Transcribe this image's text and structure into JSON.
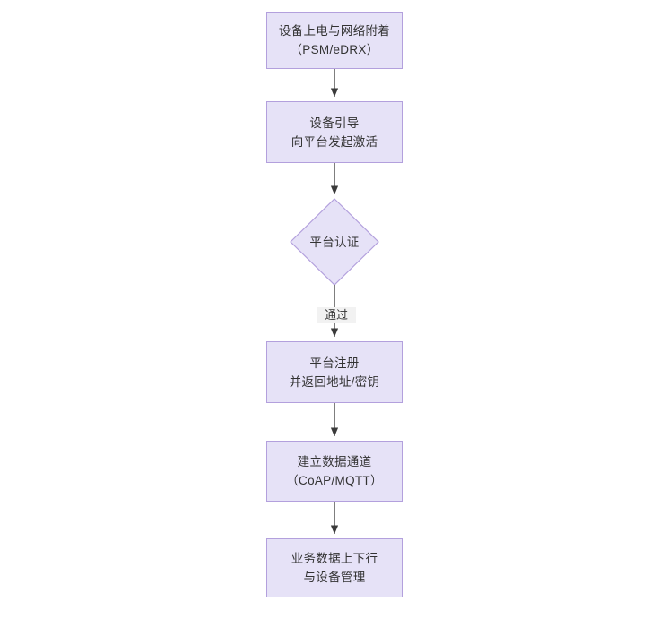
{
  "diagram": {
    "type": "flowchart",
    "orientation": "top-to-bottom",
    "title": "",
    "colors": {
      "node_fill": "#e6e2f7",
      "node_border": "#b3a0dd",
      "text": "#333333",
      "edge": "#3a3a3a",
      "label_background": "#f2f2f2",
      "canvas_background": "#ffffff"
    },
    "nodes": [
      {
        "id": "n1",
        "shape": "rectangle",
        "lines": [
          "设备上电与网络附着",
          "（PSM/eDRX）"
        ]
      },
      {
        "id": "n2",
        "shape": "rectangle",
        "lines": [
          "设备引导",
          "向平台发起激活"
        ]
      },
      {
        "id": "n3",
        "shape": "diamond",
        "lines": [
          "平台认证"
        ]
      },
      {
        "id": "n4",
        "shape": "rectangle",
        "lines": [
          "平台注册",
          "并返回地址/密钥"
        ]
      },
      {
        "id": "n5",
        "shape": "rectangle",
        "lines": [
          "建立数据通道",
          "（CoAP/MQTT）"
        ]
      },
      {
        "id": "n6",
        "shape": "rectangle",
        "lines": [
          "业务数据上下行",
          "与设备管理"
        ]
      }
    ],
    "edges": [
      {
        "id": "e1",
        "from": "n1",
        "to": "n2",
        "label": "",
        "arrow": "end"
      },
      {
        "id": "e2",
        "from": "n2",
        "to": "n3",
        "label": "",
        "arrow": "end"
      },
      {
        "id": "e3",
        "from": "n3",
        "to": "n4",
        "label": "通过",
        "arrow": "end"
      },
      {
        "id": "e4",
        "from": "n4",
        "to": "n5",
        "label": "",
        "arrow": "end"
      },
      {
        "id": "e5",
        "from": "n5",
        "to": "n6",
        "label": "",
        "arrow": "end"
      }
    ]
  }
}
